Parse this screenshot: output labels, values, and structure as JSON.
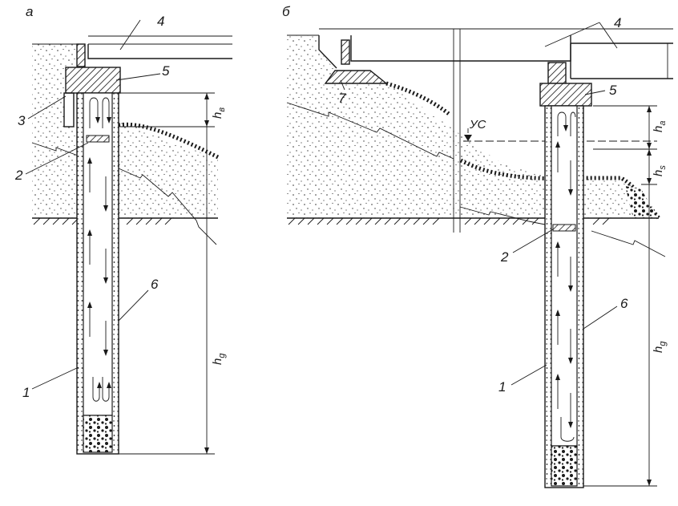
{
  "panels": {
    "a": {
      "letter": "а",
      "labels": {
        "n1": "1",
        "n2": "2",
        "n3": "3",
        "n4": "4",
        "n5": "5",
        "n6": "6"
      },
      "dims": {
        "ha_main": "h",
        "ha_sub": "в",
        "hg_main": "h",
        "hg_sub": "g"
      }
    },
    "b": {
      "letter": "б",
      "labels": {
        "n1": "1",
        "n2": "2",
        "n4": "4",
        "n5": "5",
        "n6": "6",
        "n7": "7"
      },
      "dims": {
        "ha_main": "h",
        "ha_sub": "a",
        "hs_main": "h",
        "hs_sub": "s",
        "hg_main": "h",
        "hg_sub": "g"
      },
      "water_level": "УС"
    }
  }
}
